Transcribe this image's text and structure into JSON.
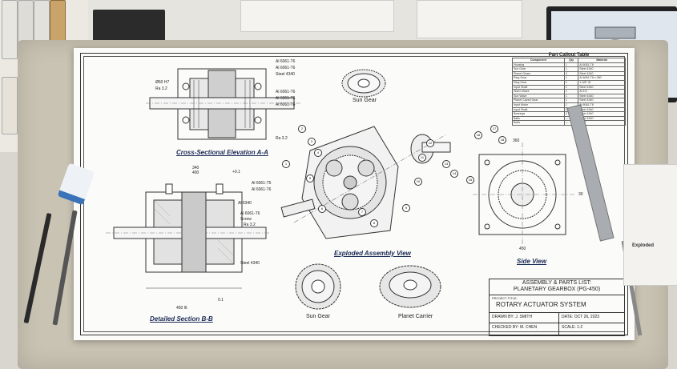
{
  "drawing": {
    "table_title": "Part Callout Table",
    "table_headers": [
      "Component",
      "Qty",
      "Material"
    ],
    "table_rows": [
      [
        "Housing",
        "1",
        "Al 6061-T6"
      ],
      [
        "Sun Gear",
        "1",
        "Steel 4340"
      ],
      [
        "Planet Gears",
        "3",
        "Steel 4340"
      ],
      [
        "Ring Gear",
        "1",
        "Al 6061-T6 x 280"
      ],
      [
        "Ring Gear",
        "1",
        "1-3/8\" ID"
      ],
      [
        "Input Shaft",
        "1",
        "Steel 4340"
      ],
      [
        "Worm Wave",
        "1",
        "Al 6 E"
      ],
      [
        "Sun Wave",
        "1",
        "Steel 4340"
      ],
      [
        "Planet Caved Gear",
        "1",
        "Steel 4340"
      ],
      [
        "Input Motor",
        "1",
        "Al 6061-T6"
      ],
      [
        "Input Shaft",
        "1",
        "Steel 4340"
      ],
      [
        "Bearings",
        "2",
        "Steel 4340"
      ],
      [
        "Balls",
        "—",
        "Steel 4340"
      ],
      [
        "Bolts",
        "—",
        "Al \"2\""
      ]
    ],
    "views": {
      "section_a": "Cross-Sectional Elevation A-A",
      "section_b": "Detailed Section B-B",
      "exploded": "Exploded Assembly View",
      "side": "Side View",
      "sun_gear_top": "Sun Gear",
      "sun_gear_bottom": "Sun Gear",
      "planet_carrier": "Planet Carrier"
    },
    "callouts_a": [
      "Al 6061-T6",
      "Al 6061-T6",
      "Steel 4340",
      "Al 6061-T6",
      "Al 6061-T6",
      "Al 6061-T6",
      "Ra 3.2",
      "Ø60 H7",
      "Ra 3.2"
    ],
    "callouts_b": [
      "Al 6061-T5",
      "Al 6061-T6",
      "Al 6340",
      "Al 6061-T6",
      "Screw",
      "Ra 3.2",
      "Steel 4340"
    ],
    "dims_b": [
      "340",
      "400",
      "+0.1",
      "450 l6",
      "0.1"
    ],
    "side_dims": [
      "360",
      "450",
      "30"
    ],
    "title_block": {
      "title_line1": "ASSEMBLY & PARTS LIST:",
      "title_line2": "PLANETARY GEARBOX (PG-450)",
      "project_label": "PROJECT TITLE:",
      "project": "ROTARY ACTUATOR SYSTEM",
      "drawn_by": "DRAWN BY: J. SMITH",
      "date": "DATE: OCT 26, 2023",
      "checked_by": "CHECKED BY: M. CHEN",
      "scale": "SCALE: 1:2"
    },
    "balloons": [
      "1",
      "2",
      "3",
      "4",
      "5",
      "6",
      "7",
      "8",
      "9",
      "10",
      "11",
      "12",
      "13",
      "14",
      "15",
      "16",
      "17",
      "18"
    ]
  },
  "side_sheet": {
    "label": "Exploded"
  }
}
